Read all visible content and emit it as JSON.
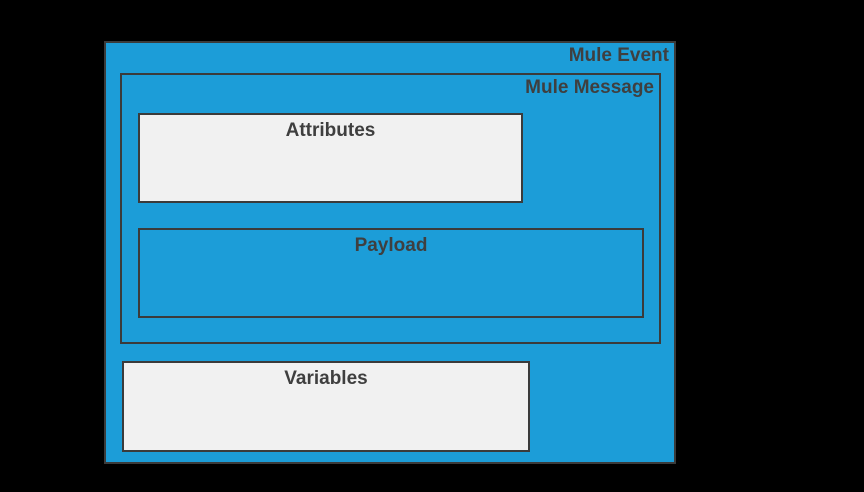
{
  "colors": {
    "background": "#000000",
    "event_fill": "#1c9dd8",
    "panel_fill": "#f1f1f1",
    "border": "#3b3b3b",
    "text": "#3f3f3f"
  },
  "mule_event": {
    "label": "Mule Event",
    "mule_message": {
      "label": "Mule Message",
      "attributes": {
        "label": "Attributes"
      },
      "payload": {
        "label": "Payload"
      }
    },
    "variables": {
      "label": "Variables"
    }
  }
}
